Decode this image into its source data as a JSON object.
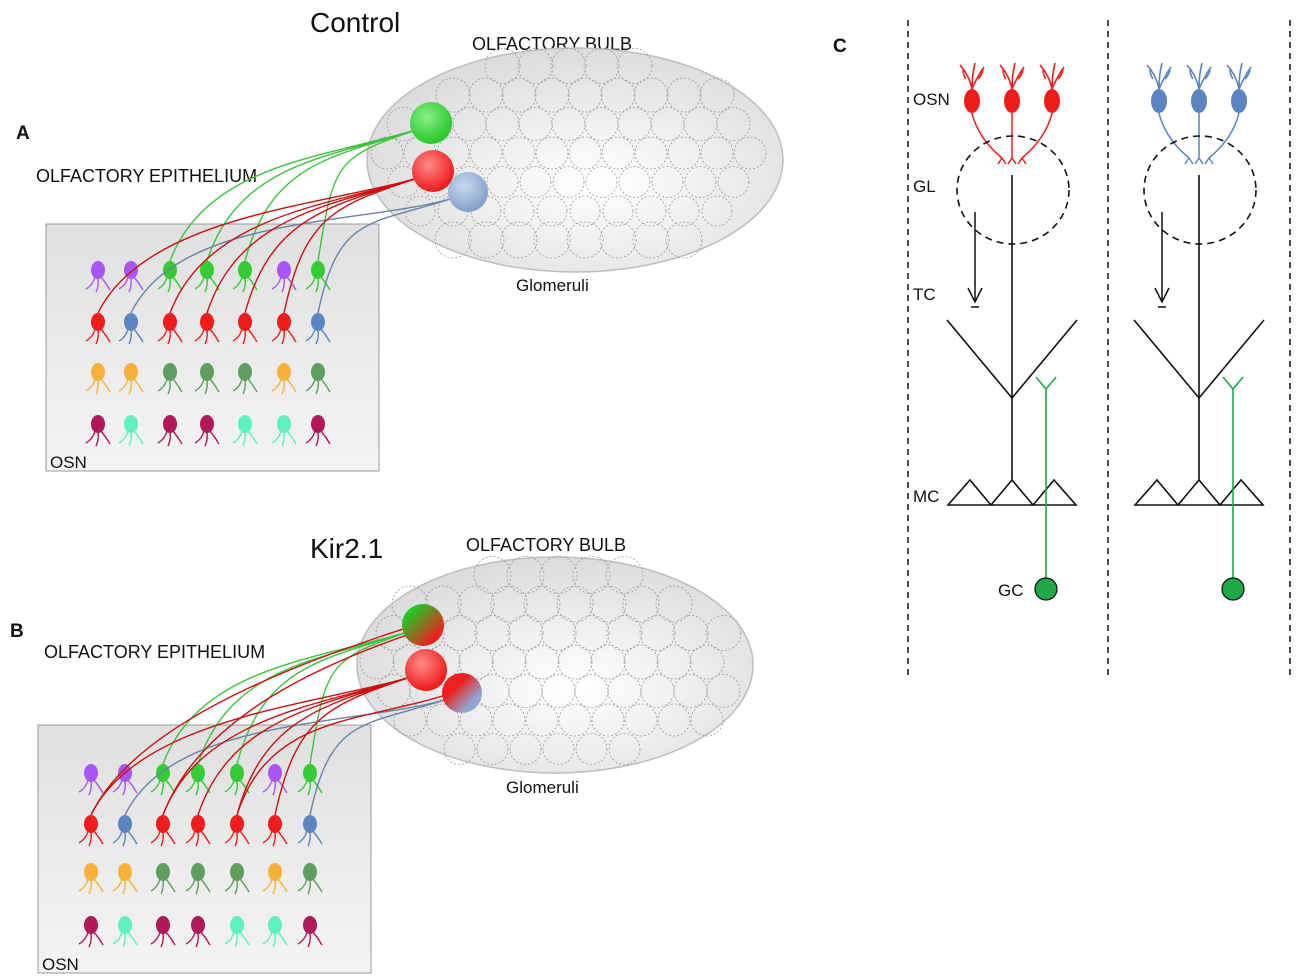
{
  "panel_a": {
    "letter": "A",
    "title": "Control",
    "bulb_label": "OLFACTORY BULB",
    "epithelium_label": "OLFACTORY EPITHELIUM",
    "glomeruli_label": "Glomeruli",
    "osn_label": "OSN"
  },
  "panel_b": {
    "letter": "B",
    "title": "Kir2.1",
    "bulb_label": "OLFACTORY BULB",
    "epithelium_label": "OLFACTORY EPITHELIUM",
    "glomeruli_label": "Glomeruli",
    "osn_label": "OSN"
  },
  "panel_c": {
    "letter": "C",
    "layers": [
      "OSN",
      "GL",
      "TC",
      "MC",
      "GC"
    ]
  },
  "colors": {
    "purple": "#a855f7",
    "red": "#ef1c1c",
    "blue": "#5b85c0",
    "orange": "#f7b03a",
    "dark_green": "#5e9e5e",
    "magenta": "#b0185a",
    "mint": "#5ef0c0",
    "axon_red": "#cc1111",
    "axon_green": "#3cc23c",
    "axon_blue": "#6a82a8",
    "gc_green": "#1fa84a"
  },
  "neuron_rows": [
    [
      "purple",
      "purple",
      "green",
      "green",
      "green",
      "purple",
      "green"
    ],
    [
      "red",
      "blue",
      "red",
      "red",
      "red",
      "red",
      "blue"
    ],
    [
      "orange",
      "orange",
      "dark_green",
      "dark_green",
      "dark_green",
      "orange",
      "dark_green"
    ],
    [
      "magenta",
      "mint",
      "magenta",
      "magenta",
      "mint",
      "mint",
      "magenta"
    ]
  ]
}
